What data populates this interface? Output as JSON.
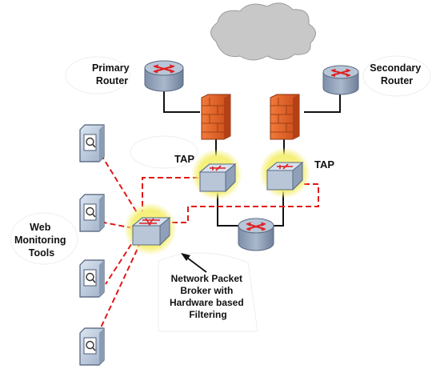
{
  "labels": {
    "primary_router_line1": "Primary",
    "primary_router_line2": "Router",
    "secondary_router_line1": "Secondary",
    "secondary_router_line2": "Router",
    "tap_left": "TAP",
    "tap_right": "TAP",
    "web_tools_line1": "Web",
    "web_tools_line2": "Monitoring",
    "web_tools_line3": "Tools",
    "npb_line1": "Network Packet",
    "npb_line2": "Broker with",
    "npb_line3": "Hardware based",
    "npb_line4": "Filtering"
  },
  "colors": {
    "router_body": "#8fa0b8",
    "router_top": "#b8c6d8",
    "arrow_red": "#e02020",
    "firewall": "#e8622a",
    "cloud": "#c8c8c8",
    "tap_halo": "#f5f07a",
    "dashed_link": "#e01818",
    "solid_link": "#111111",
    "monitor_face": "#c9d6e8"
  },
  "icons": {
    "cloud": "cloud-icon",
    "router": "router-icon",
    "firewall": "firewall-icon",
    "switch": "switch-icon",
    "monitor": "monitor-tool-icon"
  }
}
